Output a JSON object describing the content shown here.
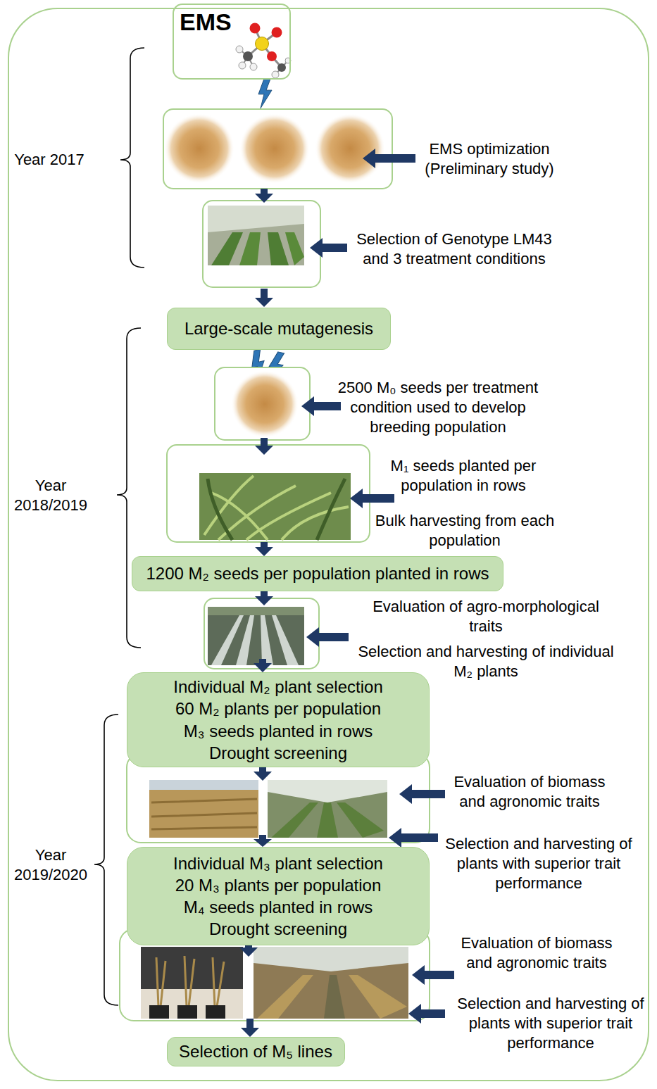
{
  "diagram": {
    "nodes": [
      {
        "text": [
          "EMS"
        ]
      },
      {
        "text": [
          "Large-scale mutagenesis"
        ]
      },
      {
        "text": [
          "1200 M₂ seeds per population planted in rows"
        ]
      },
      {
        "text": [
          "Individual M₂ plant selection",
          "60 M₂ plants per population",
          "M₃ seeds planted in rows",
          "Drought screening"
        ]
      },
      {
        "text": [
          "Individual M₃ plant selection",
          "20 M₃ plants per population",
          "M₄ seeds planted in rows",
          "Drought screening"
        ]
      },
      {
        "text": [
          "Selection of M₅ lines"
        ]
      }
    ],
    "labels": [
      "EMS optimization (Preliminary study)",
      "Selection of Genotype LM43 and 3 treatment conditions",
      "Year 2017",
      "2500 M₀ seeds per treatment condition used to develop breeding population",
      "M₁ seeds planted per population in rows",
      "Bulk harvesting from each population",
      "Year 2018/2019",
      "Evaluation of agro-morphological traits",
      "Selection and harvesting of individual M₂ plants",
      "Year 2019/2020",
      "Evaluation of biomass and agronomic traits",
      "Selection and harvesting of plants with superior trait performance",
      "Evaluation of biomass and agronomic traits",
      "Selection and harvesting of plants with superior trait performance"
    ]
  }
}
